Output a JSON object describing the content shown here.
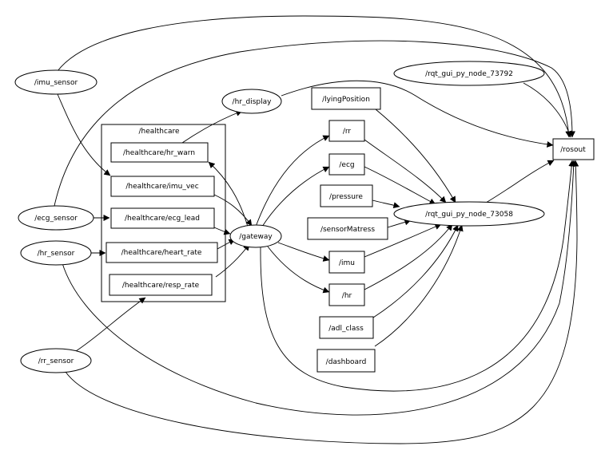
{
  "graph": {
    "cluster": {
      "label": "/healthcare"
    },
    "ellipse_nodes": {
      "imu_sensor": "/imu_sensor",
      "ecg_sensor": "/ecg_sensor",
      "hr_sensor": "/hr_sensor",
      "rr_sensor": "/rr_sensor",
      "hr_display": "/hr_display",
      "gateway": "/gateway",
      "rqt_73792": "/rqt_gui_py_node_73792",
      "rqt_73058": "/rqt_gui_py_node_73058"
    },
    "box_nodes": {
      "hr_warn": "/healthcare/hr_warn",
      "imu_vec": "/healthcare/imu_vec",
      "ecg_lead": "/healthcare/ecg_lead",
      "heart_rate": "/healthcare/heart_rate",
      "resp_rate": "/healthcare/resp_rate",
      "lyingPosition": "/lyingPosition",
      "rr": "/rr",
      "ecg": "/ecg",
      "pressure": "/pressure",
      "sensorMatress": "/sensorMatress",
      "imu": "/imu",
      "hr": "/hr",
      "adl_class": "/adl_class",
      "dashboard": "/dashboard",
      "rosout": "/rosout"
    }
  }
}
